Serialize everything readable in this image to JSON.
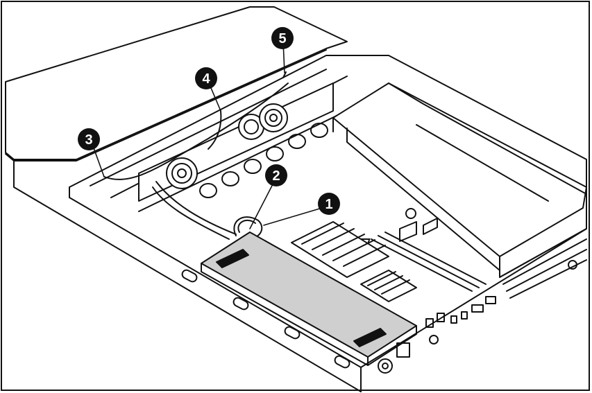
{
  "colors": {
    "line": "#111111",
    "psu_fill": "#cfcfcf",
    "callout_bg": "#111111",
    "callout_text": "#ffffff"
  },
  "callouts": [
    {
      "label": "1"
    },
    {
      "label": "2"
    },
    {
      "label": "3"
    },
    {
      "label": "4"
    },
    {
      "label": "5"
    }
  ],
  "icons": [
    "fan-icon",
    "power-supply-icon",
    "heatsink-icon",
    "cable-icon",
    "callout-marker-icon"
  ]
}
